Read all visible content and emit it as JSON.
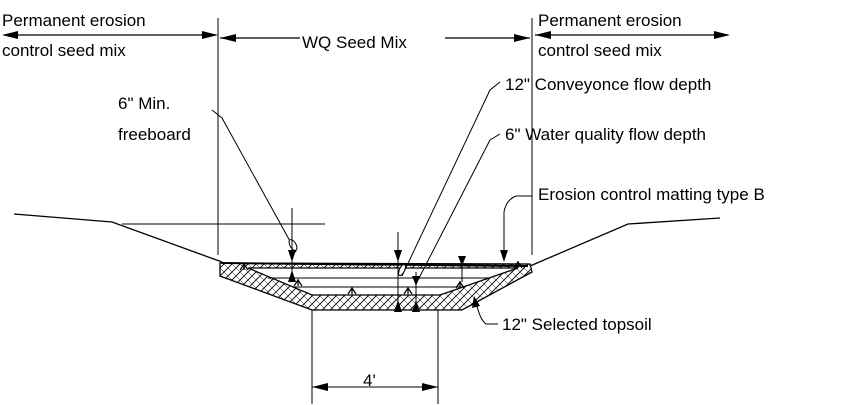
{
  "labels": {
    "left_top": "Permanent erosion",
    "left_bottom": "control seed mix",
    "center": "WQ Seed Mix",
    "right_top": "Permanent erosion",
    "right_bottom": "control seed mix",
    "freeboard_top": "6\" Min.",
    "freeboard_bottom": "freeboard",
    "conveyance": "12\" Conveyonce flow depth",
    "water_quality": "6\" Water quality flow depth",
    "matting": "Erosion control matting type B",
    "topsoil": "12\" Selected topsoil",
    "bottom_width": "4'"
  }
}
